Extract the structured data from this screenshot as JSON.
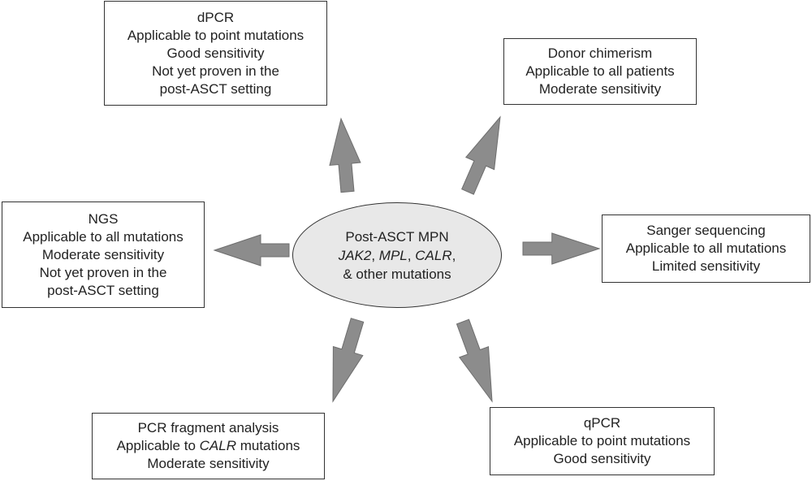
{
  "center": {
    "line1": "Post-ASCT MPN",
    "gene1": "JAK2",
    "gene2": "MPL",
    "gene3": "CALR",
    "sep": ", ",
    "line3": "& other mutations"
  },
  "boxes": {
    "dpcr": {
      "title": "dPCR",
      "line1": "Applicable to point mutations",
      "line2": "Good sensitivity",
      "line3": "Not yet proven in the",
      "line4": "post-ASCT setting"
    },
    "donor_chimerism": {
      "title": "Donor chimerism",
      "line1": "Applicable to all patients",
      "line2": "Moderate sensitivity"
    },
    "ngs": {
      "title": "NGS",
      "line1": "Applicable to all mutations",
      "line2": "Moderate sensitivity",
      "line3": "Not yet proven in the",
      "line4": "post-ASCT setting"
    },
    "sanger": {
      "title": "Sanger sequencing",
      "line1": "Applicable to all mutations",
      "line2": "Limited sensitivity"
    },
    "pcr_fragment": {
      "title": "PCR fragment analysis",
      "line1_prefix": "Applicable to ",
      "line1_gene": "CALR",
      "line1_suffix": " mutations",
      "line2": "Moderate sensitivity"
    },
    "qpcr": {
      "title": "qPCR",
      "line1": "Applicable to point mutations",
      "line2": "Good sensitivity"
    }
  },
  "colors": {
    "arrow_fill": "#8c8c8c",
    "arrow_stroke": "#6e6e6e",
    "ellipse_fill": "#e8e8e8",
    "border": "#333333"
  }
}
